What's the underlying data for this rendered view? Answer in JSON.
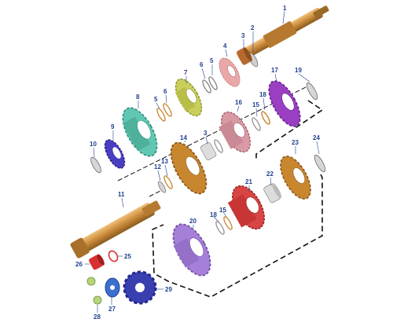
{
  "colors": {
    "shaft": "#c98a3a",
    "gear_teal": "#5fc7b2",
    "gear_lime": "#c9cf5a",
    "gear_pink": "#e9a8a8",
    "gear_mauve": "#d89aa5",
    "gear_purple": "#9a3fc2",
    "gear_bronze": "#c8862e",
    "gear_red": "#d84545",
    "gear_lavender": "#a57fd8",
    "gear_navy": "#3a3fb0",
    "washer": "#b9b9b9",
    "callout": "#1f3f8f"
  },
  "callouts": [
    {
      "id": "c1",
      "text": "1"
    },
    {
      "id": "c2",
      "text": "2"
    },
    {
      "id": "c3a",
      "text": "3"
    },
    {
      "id": "c4",
      "text": "4"
    },
    {
      "id": "c5a",
      "text": "5"
    },
    {
      "id": "c6a",
      "text": "6"
    },
    {
      "id": "c7",
      "text": "7"
    },
    {
      "id": "c6b",
      "text": "6"
    },
    {
      "id": "c5b",
      "text": "5"
    },
    {
      "id": "c8",
      "text": "8"
    },
    {
      "id": "c9",
      "text": "9"
    },
    {
      "id": "c10",
      "text": "10"
    },
    {
      "id": "c17",
      "text": "17"
    },
    {
      "id": "c19",
      "text": "19"
    },
    {
      "id": "c18a",
      "text": "18"
    },
    {
      "id": "c16",
      "text": "16"
    },
    {
      "id": "c15a",
      "text": "15"
    },
    {
      "id": "c3b",
      "text": "3"
    },
    {
      "id": "c14",
      "text": "14"
    },
    {
      "id": "c13",
      "text": "13"
    },
    {
      "id": "c12",
      "text": "12"
    },
    {
      "id": "c11",
      "text": "11"
    },
    {
      "id": "c23",
      "text": "23"
    },
    {
      "id": "c24",
      "text": "24"
    },
    {
      "id": "c22",
      "text": "22"
    },
    {
      "id": "c21",
      "text": "21"
    },
    {
      "id": "c18b",
      "text": "18"
    },
    {
      "id": "c15b",
      "text": "15"
    },
    {
      "id": "c20",
      "text": "20"
    },
    {
      "id": "c26",
      "text": "26"
    },
    {
      "id": "c25",
      "text": "25"
    },
    {
      "id": "c29",
      "text": "29"
    },
    {
      "id": "c27",
      "text": "27"
    },
    {
      "id": "c28",
      "text": "28"
    }
  ]
}
